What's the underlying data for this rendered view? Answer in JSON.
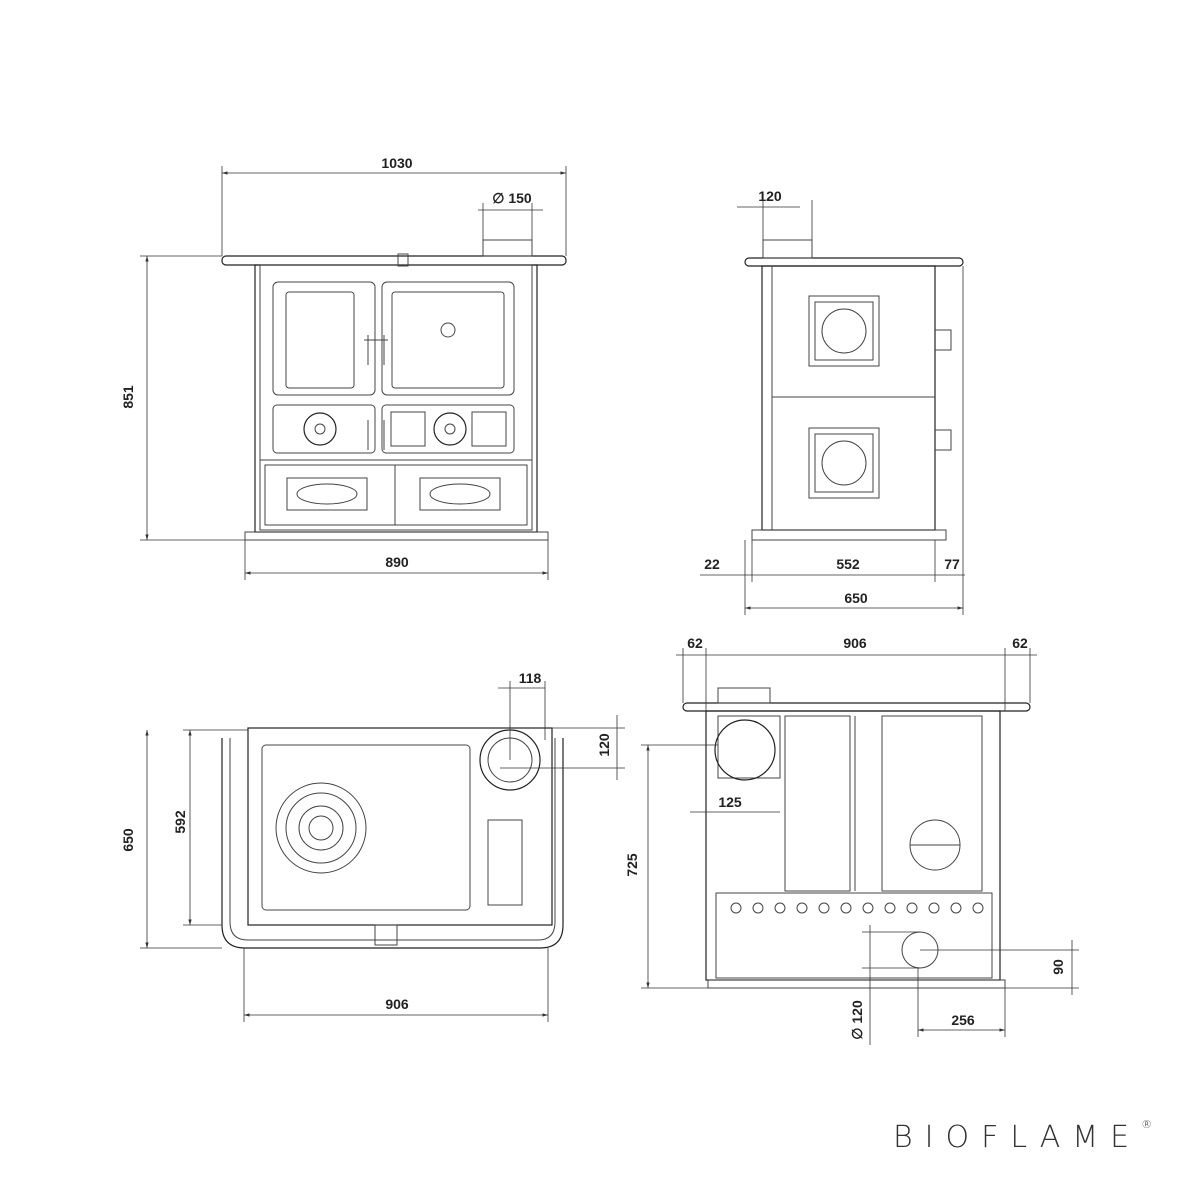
{
  "brand": {
    "name": "BIOFLAME",
    "registered": "®"
  },
  "views": {
    "front": {
      "width_top": "1030",
      "flue_diameter": "∅ 150",
      "height": "851",
      "width_body": "890"
    },
    "side": {
      "flue_offset": "120",
      "left": "22",
      "middle": "552",
      "right": "77",
      "depth": "650"
    },
    "top": {
      "flue_offset_x": "118",
      "flue_offset_y": "120",
      "depth_inner": "592",
      "depth": "650",
      "width": "906"
    },
    "back": {
      "rail_left": "62",
      "width": "906",
      "rail_right": "62",
      "flue_diameter": "125",
      "flue_height": "725",
      "inlet_height": "90",
      "inlet_offset": "256",
      "inlet_diameter": "∅ 120"
    }
  }
}
